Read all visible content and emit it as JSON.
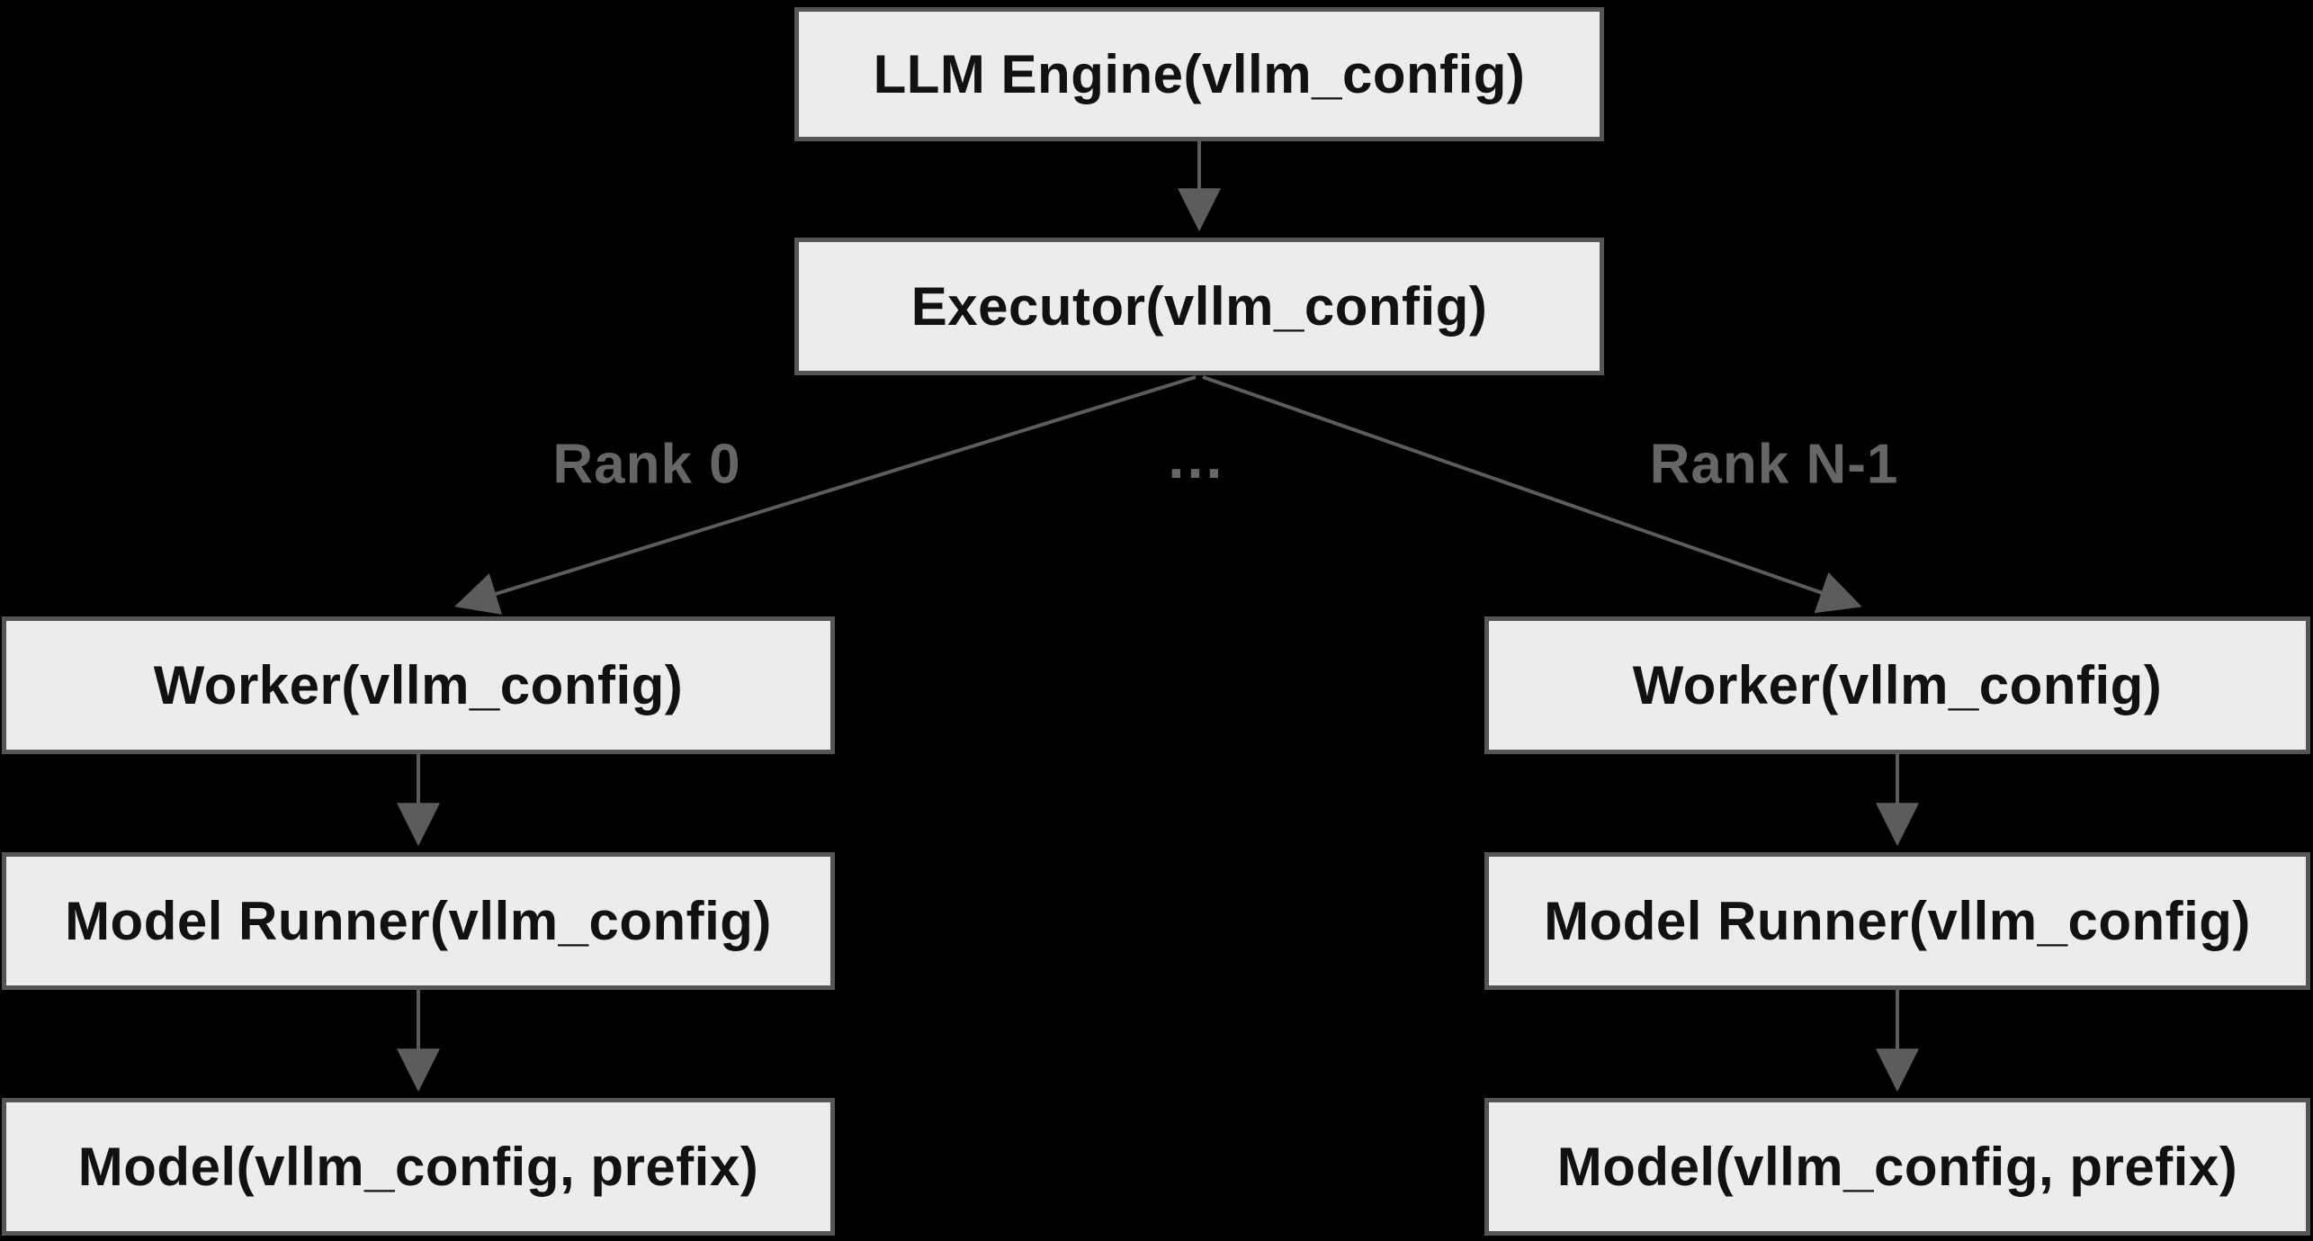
{
  "nodes": [
    {
      "id": "engine",
      "label": "LLM Engine(vllm_config)"
    },
    {
      "id": "executor",
      "label": "Executor(vllm_config)"
    },
    {
      "id": "worker0",
      "label": "Worker(vllm_config)"
    },
    {
      "id": "runner0",
      "label": "Model Runner(vllm_config)"
    },
    {
      "id": "model0",
      "label": "Model(vllm_config, prefix)"
    },
    {
      "id": "workerN",
      "label": "Worker(vllm_config)"
    },
    {
      "id": "runnerN",
      "label": "Model Runner(vllm_config)"
    },
    {
      "id": "modelN",
      "label": "Model(vllm_config, prefix)"
    }
  ],
  "edge_labels": {
    "left": "Rank 0",
    "middle": "…",
    "right": "Rank N-1"
  },
  "edges": [
    {
      "from": "engine",
      "to": "executor"
    },
    {
      "from": "executor",
      "to": "worker0",
      "label": "Rank 0"
    },
    {
      "from": "executor",
      "to": "workerN",
      "label": "Rank N-1"
    },
    {
      "from": "worker0",
      "to": "runner0"
    },
    {
      "from": "runner0",
      "to": "model0"
    },
    {
      "from": "workerN",
      "to": "runnerN"
    },
    {
      "from": "runnerN",
      "to": "modelN"
    }
  ],
  "colors": {
    "background": "#000000",
    "node_fill": "#ececec",
    "node_border": "#555555",
    "node_text": "#111111",
    "edge": "#5c5c5c",
    "edge_label": "#666666"
  }
}
